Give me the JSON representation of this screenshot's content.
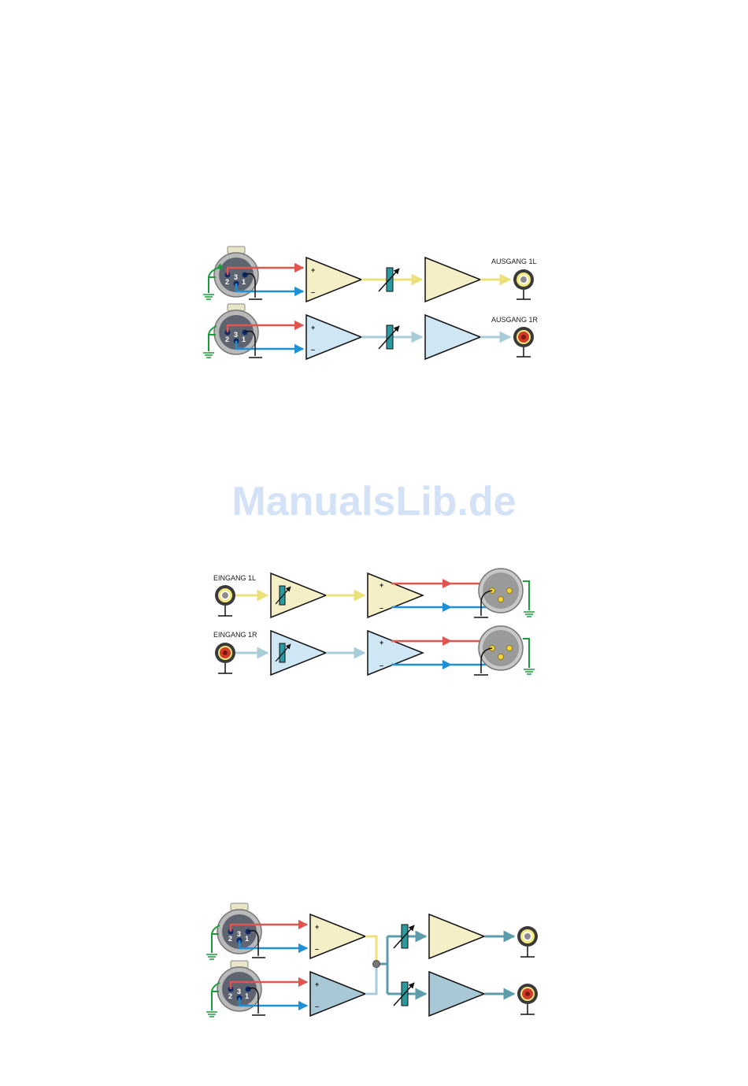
{
  "watermark": "ManualsLib.de",
  "colors": {
    "red": "#e0564f",
    "blue": "#1e90d6",
    "yellow": "#ece07a",
    "lightblue": "#a9cdd8",
    "teal": "#5a9ca8",
    "green": "#1a9a3a",
    "amp_yellow": "#f4efc6",
    "amp_blue": "#cfe6f4",
    "amp_steel": "#a9c8d6",
    "pot": "#2a9aa0"
  },
  "diagram1": {
    "output_1l": "AUSGANG 1L",
    "output_1r": "AUSGANG 1R",
    "pins": [
      "2",
      "3",
      "1"
    ],
    "plus": "+",
    "minus": "–"
  },
  "diagram2": {
    "input_1l": "EINGANG 1L",
    "input_1r": "EINGANG 1R",
    "plus": "+",
    "minus": "–"
  },
  "diagram3": {
    "pins": [
      "2",
      "3",
      "1"
    ],
    "plus": "+",
    "minus": "–"
  }
}
